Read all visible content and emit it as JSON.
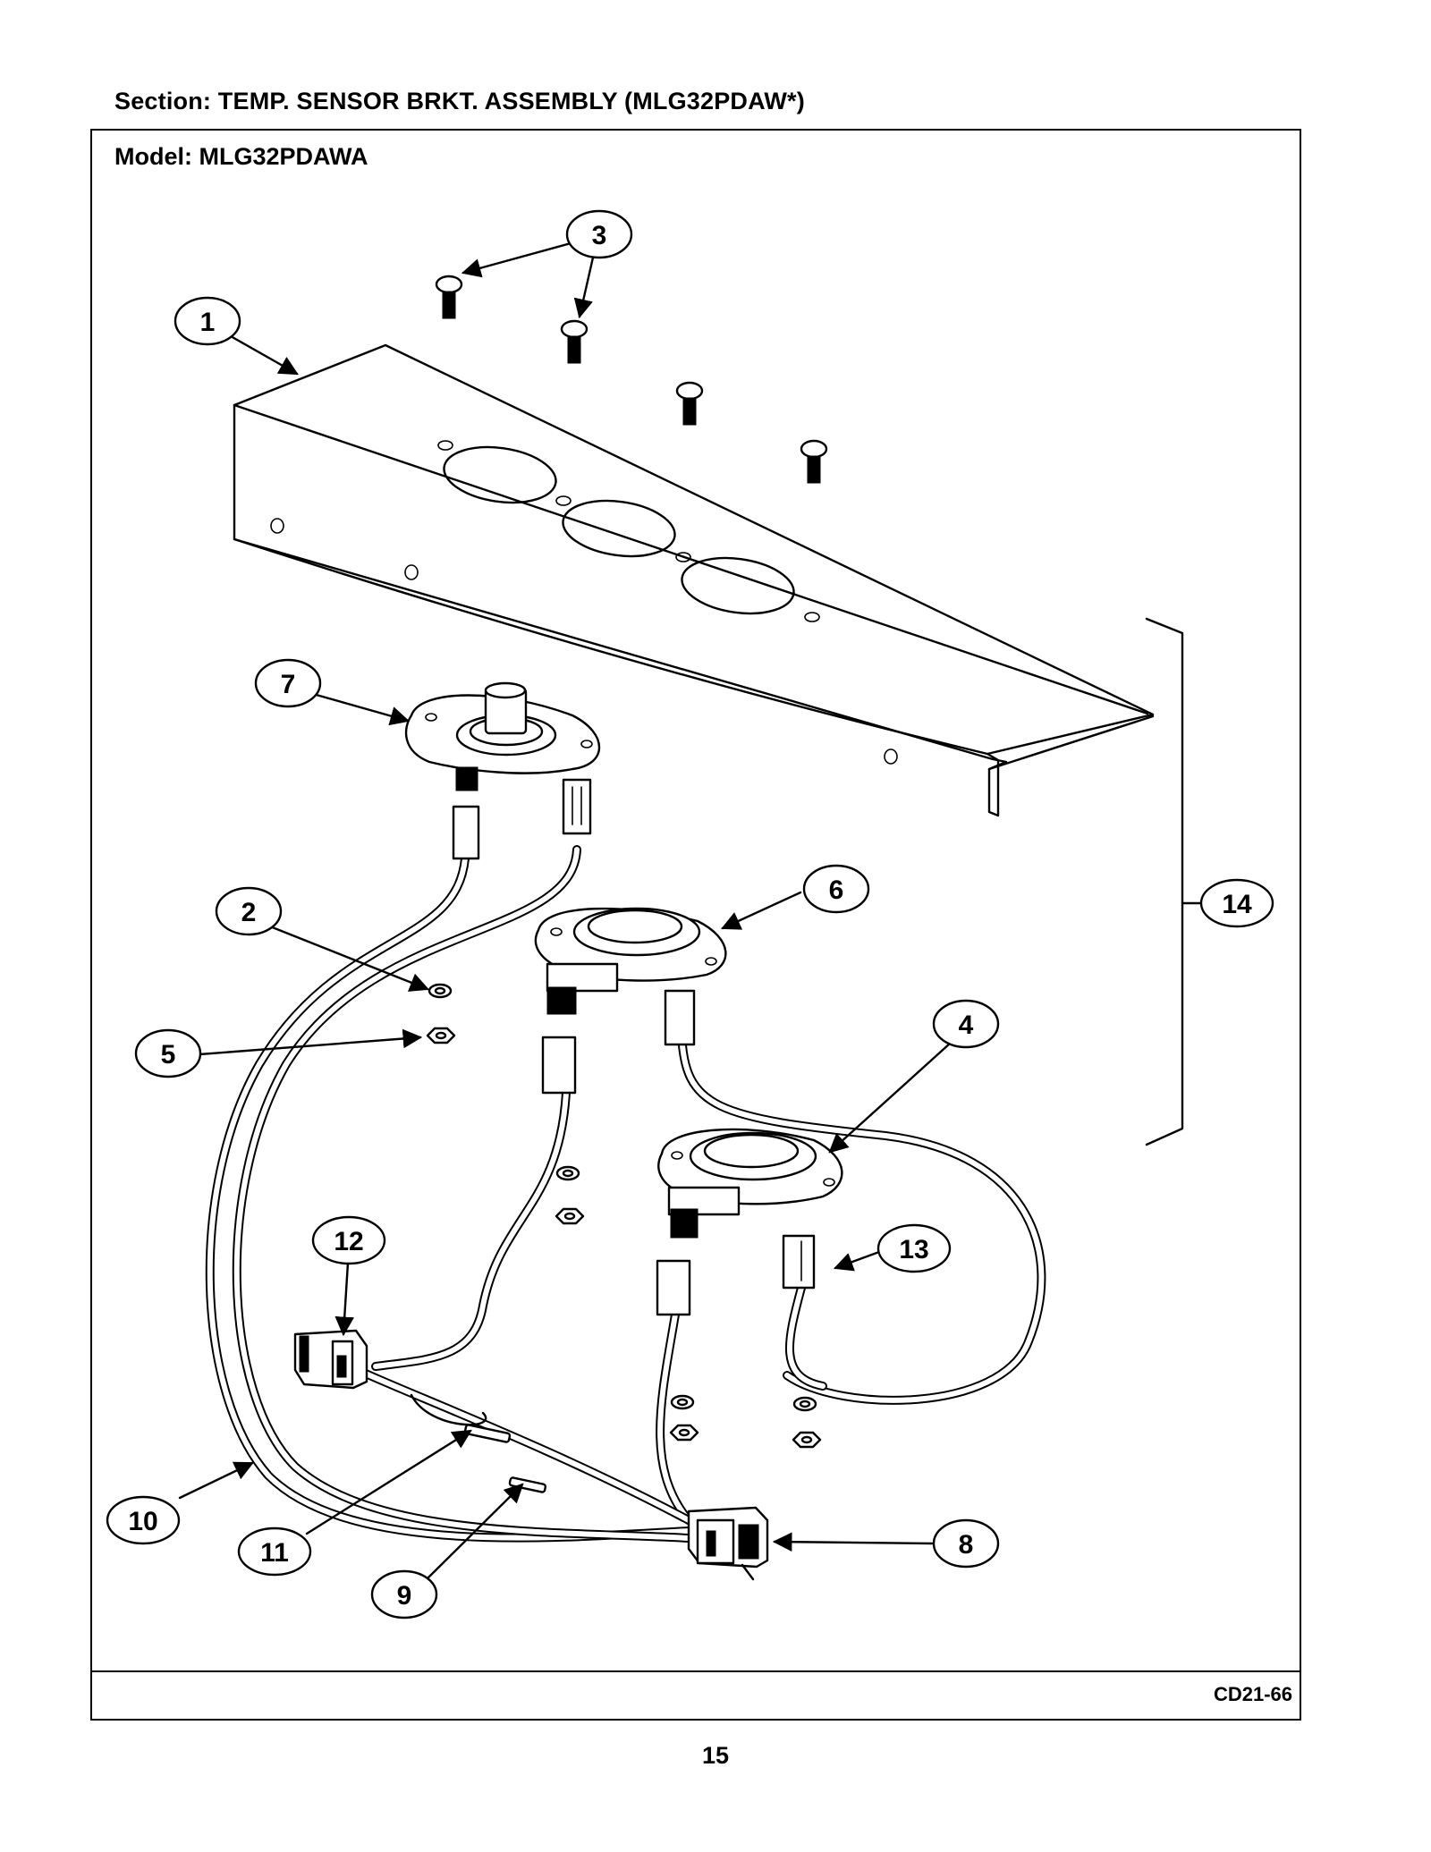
{
  "header": {
    "section_title": "Section:  TEMP. SENSOR BRKT. ASSEMBLY (MLG32PDAW*)",
    "model_title": "Model:  MLG32PDAWA"
  },
  "footer": {
    "drawing_code": "CD21-66",
    "page_number": "15"
  },
  "callouts": [
    {
      "number": "1"
    },
    {
      "number": "2"
    },
    {
      "number": "3"
    },
    {
      "number": "4"
    },
    {
      "number": "5"
    },
    {
      "number": "6"
    },
    {
      "number": "7"
    },
    {
      "number": "8"
    },
    {
      "number": "9"
    },
    {
      "number": "10"
    },
    {
      "number": "11"
    },
    {
      "number": "12"
    },
    {
      "number": "13"
    },
    {
      "number": "14"
    }
  ]
}
